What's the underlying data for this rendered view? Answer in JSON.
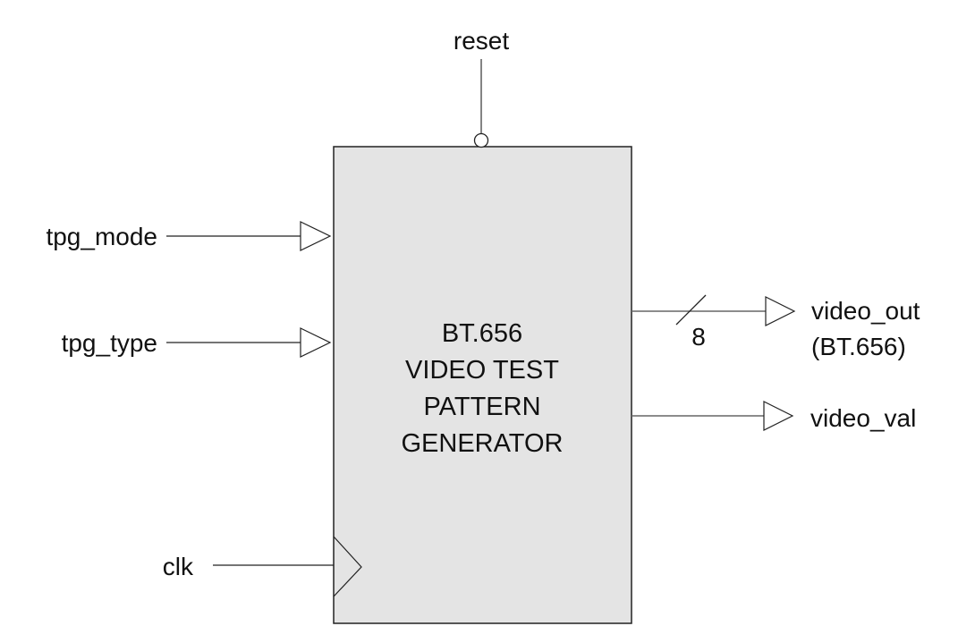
{
  "diagram": {
    "block": {
      "title_lines": [
        "BT.656",
        "VIDEO TEST",
        "PATTERN",
        "GENERATOR"
      ],
      "fill_color": "#e4e4e4"
    },
    "ports": {
      "reset": {
        "label": "reset",
        "direction": "input",
        "active_low": true,
        "side": "top"
      },
      "tpg_mode": {
        "label": "tpg_mode",
        "direction": "input",
        "side": "left"
      },
      "tpg_type": {
        "label": "tpg_type",
        "direction": "input",
        "side": "left"
      },
      "clk": {
        "label": "clk",
        "direction": "input",
        "clock": true,
        "side": "left"
      },
      "video_out": {
        "label": "video_out",
        "sublabel": "(BT.656)",
        "direction": "output",
        "bus_width": "8",
        "side": "right"
      },
      "video_val": {
        "label": "video_val",
        "direction": "output",
        "side": "right"
      }
    }
  }
}
